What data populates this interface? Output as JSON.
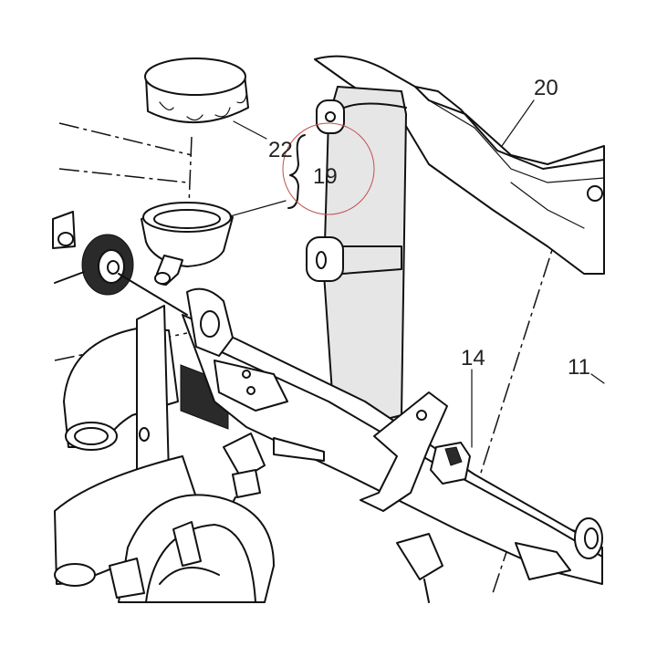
{
  "diagram": {
    "labels": [
      {
        "id": "22",
        "text": "22"
      },
      {
        "id": "19",
        "text": "19"
      },
      {
        "id": "20",
        "text": "20"
      },
      {
        "id": "14",
        "text": "14"
      },
      {
        "id": "11",
        "text": "11"
      }
    ],
    "colors": {
      "line": "#111111",
      "background": "#ffffff",
      "highlight_circle": "#c0504d"
    },
    "highlight": {
      "target": "19",
      "shape": "circle"
    }
  }
}
